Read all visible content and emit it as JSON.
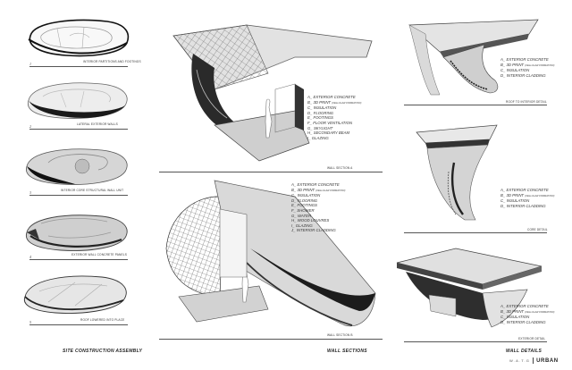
{
  "site_assembly": {
    "title": "SITE CONSTRUCTION ASSEMBLY",
    "steps": [
      {
        "num": "1",
        "caption": "INTERIOR PARTITIONS AND FOOTINGS"
      },
      {
        "num": "2",
        "caption": "LATERAL EXTERIOR WALLS"
      },
      {
        "num": "3",
        "caption": "INTERIOR CORE STRUCTURAL WALL UNIT"
      },
      {
        "num": "4",
        "caption": "EXTERIOR WALL CONCRETE PANELS"
      },
      {
        "num": "5",
        "caption": "ROOF LOWERED INTO PLACE"
      }
    ]
  },
  "wall_sections": {
    "title": "WALL SECTIONS",
    "section_a": {
      "caption": "WALL SECTION A",
      "legend": [
        {
          "k": "a_",
          "t": "EXTERIOR CONCRETE"
        },
        {
          "k": "b_",
          "t": "3D PRINT",
          "s": "(CELLULAR FORMATION)"
        },
        {
          "k": "c_",
          "t": "INSULATION"
        },
        {
          "k": "d_",
          "t": "FLOORING"
        },
        {
          "k": "e_",
          "t": "FOOTINGS"
        },
        {
          "k": "f_",
          "t": "FLOOR VENTILATION"
        },
        {
          "k": "g_",
          "t": "SKYLIGHT"
        },
        {
          "k": "h_",
          "t": "SECONDARY BEAM"
        },
        {
          "k": "i_",
          "t": "GLAZING"
        }
      ]
    },
    "section_b": {
      "caption": "WALL SECTION B",
      "legend": [
        {
          "k": "a_",
          "t": "EXTERIOR CONCRETE"
        },
        {
          "k": "b_",
          "t": "3D PRINT",
          "s": "(CELLULAR FORMATION)"
        },
        {
          "k": "c_",
          "t": "INSULATION"
        },
        {
          "k": "d_",
          "t": "FLOORING"
        },
        {
          "k": "e_",
          "t": "FOOTINGS"
        },
        {
          "k": "f_",
          "t": "SHOWER"
        },
        {
          "k": "g_",
          "t": "WATER"
        },
        {
          "k": "h_",
          "t": "WOOD LOUVRES"
        },
        {
          "k": "i_",
          "t": "GLAZING"
        },
        {
          "k": "j_",
          "t": "INTERIOR CLADDING"
        }
      ]
    }
  },
  "wall_details": {
    "title": "WALL DETAILS",
    "details": [
      {
        "caption": "ROOF TO INTERIOR DETAIL",
        "legend": [
          {
            "k": "a_",
            "t": "EXTERIOR CONCRETE"
          },
          {
            "k": "b_",
            "t": "3D PRINT",
            "s": "(CELLULAR FORMATION)"
          },
          {
            "k": "c_",
            "t": "INSULATION"
          },
          {
            "k": "d_",
            "t": "INTERIOR CLADDING"
          }
        ]
      },
      {
        "caption": "CORE DETAIL",
        "legend": [
          {
            "k": "a_",
            "t": "EXTERIOR CONCRETE"
          },
          {
            "k": "b_",
            "t": "3D PRINT",
            "s": "(CELLULAR FORMATION)"
          },
          {
            "k": "c_",
            "t": "INSULATION"
          },
          {
            "k": "d_",
            "t": "INTERIOR CLADDING"
          }
        ]
      },
      {
        "caption": "EXTERIOR DETAIL",
        "legend": [
          {
            "k": "a_",
            "t": "EXTERIOR CONCRETE"
          },
          {
            "k": "b_",
            "t": "3D PRINT",
            "s": "(CELLULAR FORMATION)"
          },
          {
            "k": "c_",
            "t": "INSULATION"
          },
          {
            "k": "d_",
            "t": "INTERIOR CLADDING"
          }
        ]
      }
    ]
  },
  "footer": {
    "brand_small": "W.A.T.G",
    "brand_large": "URBAN"
  }
}
